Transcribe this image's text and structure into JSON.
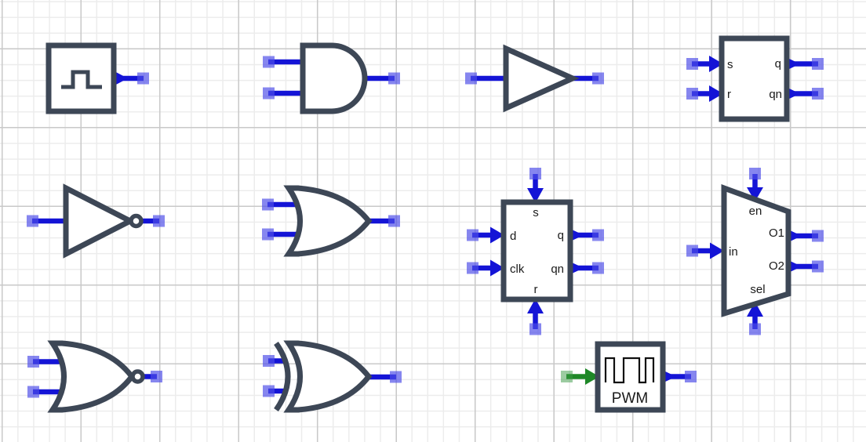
{
  "colors": {
    "canvas_bg": "#ffffff",
    "grid_minor": "#ececec",
    "grid_major": "#c9c9c9",
    "outline": "#3d4756",
    "wire": "#1414d6",
    "pad": "#4d4de8",
    "wire_green": "#1e8827",
    "pad_green": "#3a9a44",
    "text": "#1a1a1a"
  },
  "components": {
    "sr_latch": {
      "labels": {
        "s": "s",
        "r": "r",
        "q": "q",
        "qn": "qn"
      }
    },
    "d_flip_flop": {
      "labels": {
        "s": "s",
        "d": "d",
        "clk": "clk",
        "q": "q",
        "qn": "qn",
        "r": "r"
      }
    },
    "demux": {
      "labels": {
        "en": "en",
        "in": "in",
        "o1": "O1",
        "o2": "O2",
        "sel": "sel"
      }
    },
    "pwm": {
      "label": "PWM"
    }
  }
}
